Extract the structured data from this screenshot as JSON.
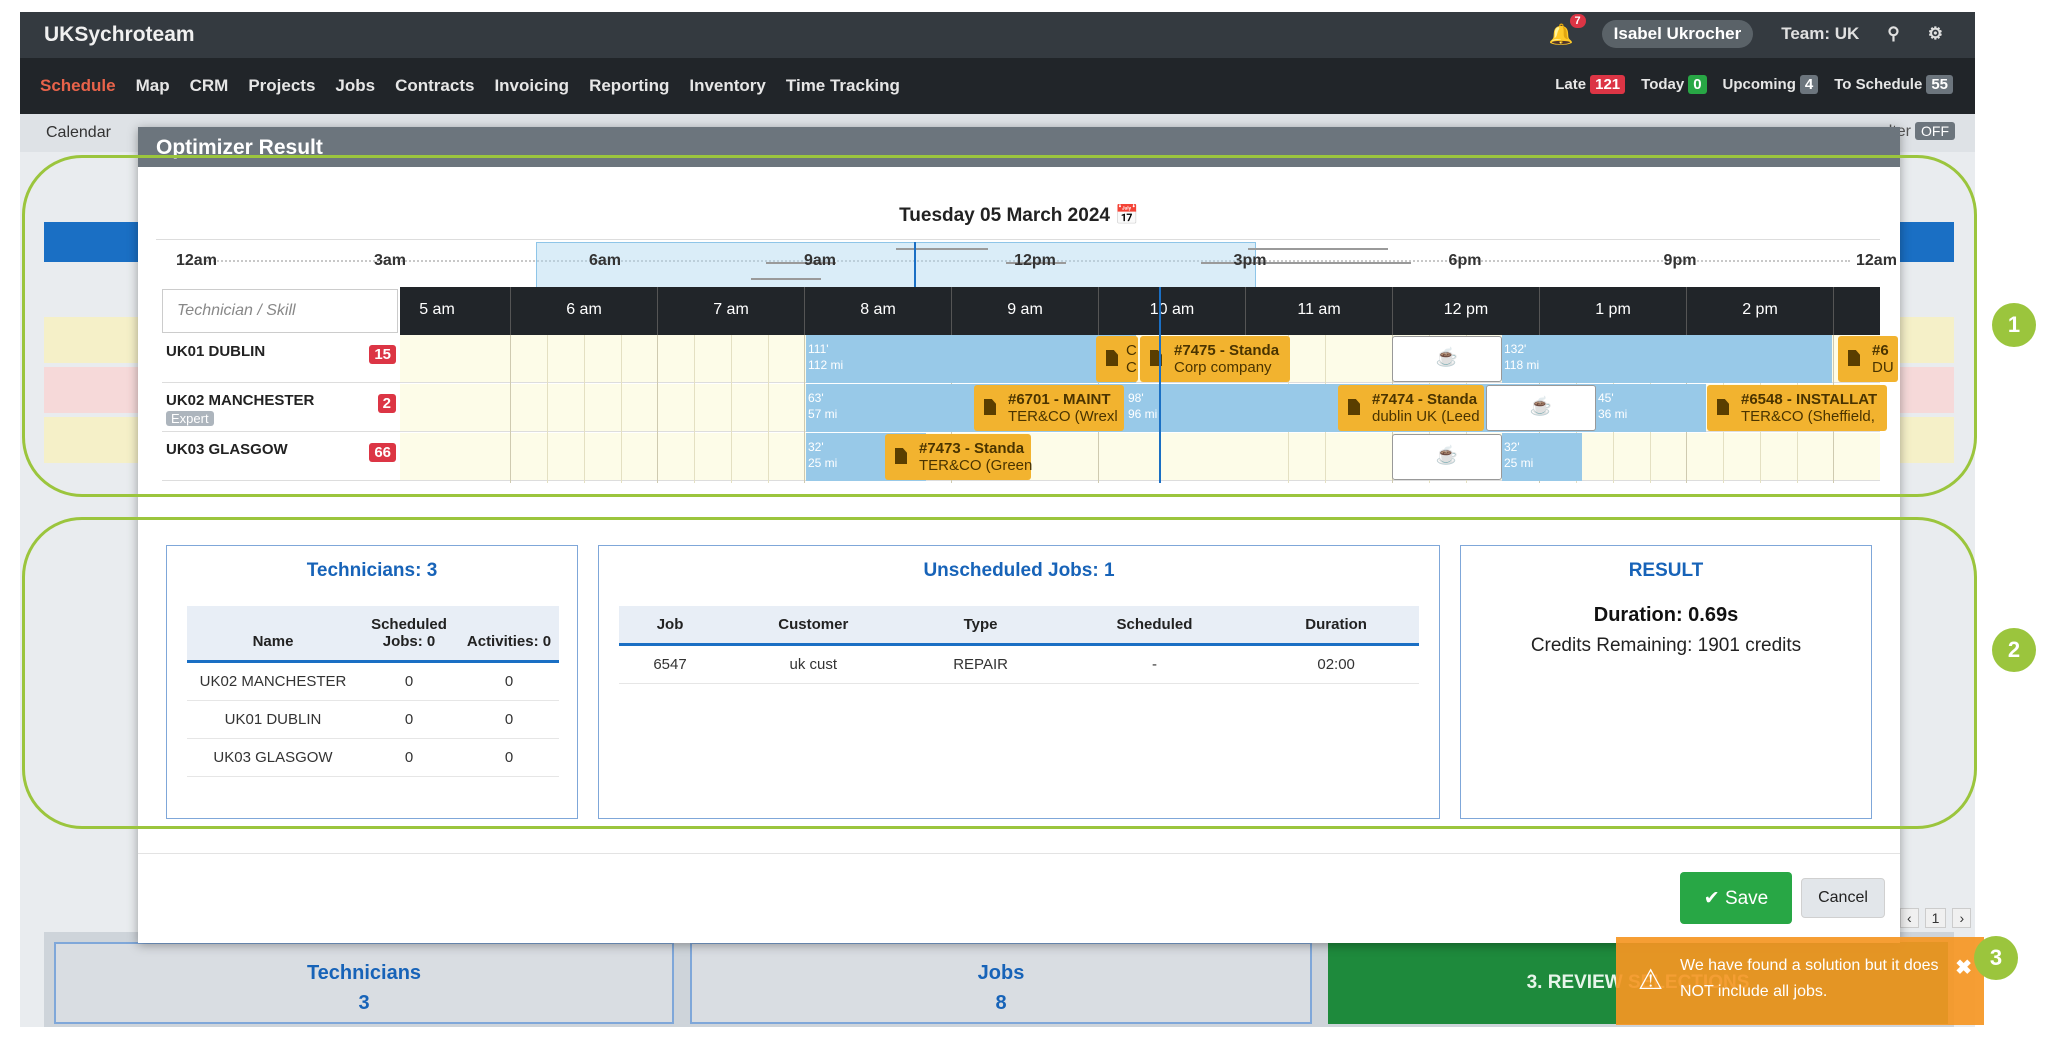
{
  "app": {
    "title": "UKSychroteam",
    "notifications": "7",
    "user": "Isabel Ukrocher",
    "team": "Team: UK"
  },
  "nav": {
    "items": [
      "Schedule",
      "Map",
      "CRM",
      "Projects",
      "Jobs",
      "Contracts",
      "Invoicing",
      "Reporting",
      "Inventory",
      "Time Tracking"
    ],
    "stats": [
      {
        "label": "Late",
        "count": "121",
        "color": "#dc3545"
      },
      {
        "label": "Today",
        "count": "0",
        "color": "#28a745"
      },
      {
        "label": "Upcoming",
        "count": "4",
        "color": "#6c757d"
      },
      {
        "label": "To Schedule",
        "count": "55",
        "color": "#6c757d"
      }
    ]
  },
  "background": {
    "calendar_label": "Calendar",
    "filter_label": "lter",
    "filter_state": "OFF",
    "pager_page": "1"
  },
  "footer_cards": {
    "technicians_label": "Technicians",
    "technicians_count": "3",
    "jobs_label": "Jobs",
    "jobs_count": "8",
    "review_label": "3. REVIEW SELECTIONS"
  },
  "modal": {
    "title": "Optimizer Result",
    "date": "Tuesday 05 March 2024",
    "overview_labels": [
      "12am",
      "3am",
      "6am",
      "9am",
      "12pm",
      "3pm",
      "6pm",
      "9pm",
      "12am"
    ],
    "search_placeholder": "Technician / Skill",
    "hours": [
      "5 am",
      "6 am",
      "7 am",
      "8 am",
      "9 am",
      "10 am",
      "11 am",
      "12 pm",
      "1 pm",
      "2 pm"
    ],
    "technicians": [
      {
        "name": "UK01 DUBLIN",
        "count": "15",
        "skill": ""
      },
      {
        "name": "UK02 MANCHESTER",
        "count": "2",
        "skill": "Expert"
      },
      {
        "name": "UK03 GLASGOW",
        "count": "66",
        "skill": ""
      }
    ],
    "travel": {
      "r0a": [
        "111'",
        "112 mi"
      ],
      "r0b": [
        "132'",
        "118 mi"
      ],
      "r1a": [
        "63'",
        "57 mi"
      ],
      "r1b": [
        "98'",
        "96 mi"
      ],
      "r1c": [
        "45'",
        "36 mi"
      ],
      "r2a": [
        "32'",
        "25 mi"
      ],
      "r2b": [
        "32'",
        "25 mi"
      ]
    },
    "jobs": {
      "r0a": [
        "C",
        "C"
      ],
      "r0b": [
        "#7475 - Standa",
        "Corp company"
      ],
      "r0c": [
        "#6",
        "DU"
      ],
      "r1a": [
        "#6701 - MAINT",
        "TER&CO (Wrexl"
      ],
      "r1b": [
        "#7474 - Standa",
        "dublin UK (Leed"
      ],
      "r1c": [
        "#6548 - INSTALLAT",
        "TER&CO (Sheffield,"
      ],
      "r2a": [
        "#7473 - Standa",
        "TER&CO (Green"
      ]
    },
    "technicians_panel": {
      "title": "Technicians: 3",
      "headers": [
        "Name",
        "Scheduled Jobs: 0",
        "Activities: 0"
      ],
      "rows": [
        [
          "UK02 MANCHESTER",
          "0",
          "0"
        ],
        [
          "UK01 DUBLIN",
          "0",
          "0"
        ],
        [
          "UK03 GLASGOW",
          "0",
          "0"
        ]
      ]
    },
    "unscheduled_panel": {
      "title": "Unscheduled Jobs: 1",
      "headers": [
        "Job",
        "Customer",
        "Type",
        "Scheduled",
        "Duration"
      ],
      "rows": [
        [
          "6547",
          "uk cust",
          "REPAIR",
          "-",
          "02:00"
        ]
      ]
    },
    "result_panel": {
      "title": "RESULT",
      "duration": "Duration: 0.69s",
      "credits": "Credits Remaining: 1901 credits"
    },
    "save_label": "Save",
    "cancel_label": "Cancel"
  },
  "toast": {
    "message": "We have found a solution but it does NOT include all jobs."
  },
  "callouts": [
    "1",
    "2",
    "3"
  ],
  "colors": {
    "accent": "#1a6fc4",
    "job": "#f2b32f",
    "travel": "#98c9e8",
    "callout": "#9bc53d",
    "save": "#28a745",
    "warning": "#f59623"
  }
}
